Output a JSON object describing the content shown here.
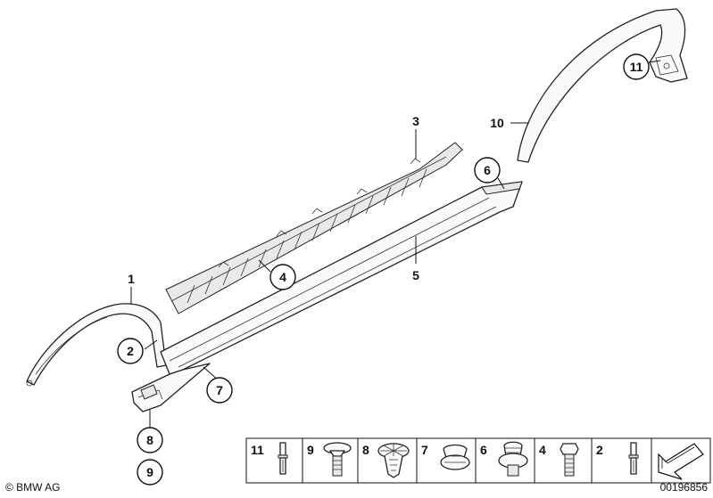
{
  "callouts": {
    "c1": "1",
    "c2": "2",
    "c3": "3",
    "c4": "4",
    "c5": "5",
    "c6": "6",
    "c7": "7",
    "c8": "8",
    "c9": "9",
    "c10": "10",
    "c11": "11"
  },
  "parts_strip": [
    {
      "num": "11",
      "icon": "rivet-icon"
    },
    {
      "num": "9",
      "icon": "expanding-rivet-icon"
    },
    {
      "num": "8",
      "icon": "spreader-clip-icon"
    },
    {
      "num": "7",
      "icon": "push-clip-icon"
    },
    {
      "num": "6",
      "icon": "push-clip-icon"
    },
    {
      "num": "4",
      "icon": "bolt-icon"
    },
    {
      "num": "2",
      "icon": "rivet-icon"
    }
  ],
  "footer": {
    "copyright": "© BMW AG",
    "drawing_number": "00196856"
  },
  "colors": {
    "line": "#222222",
    "fill": "#fafafa"
  }
}
